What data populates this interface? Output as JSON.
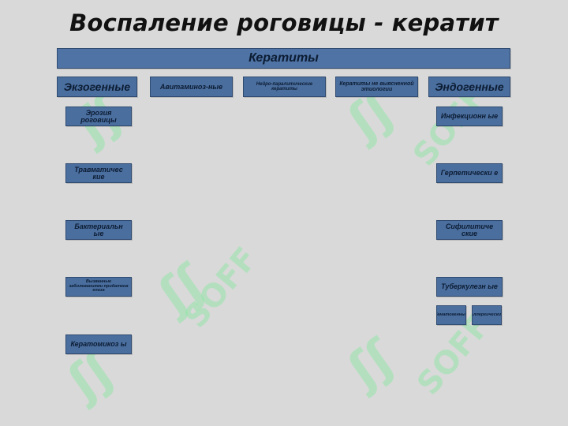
{
  "title": "Воспаление роговицы - кератит",
  "root": "Кератиты",
  "categories": {
    "exogenous": "Экзогенные",
    "avitaminosis": "Авитаминоз-ные",
    "neuroparalytic": "Нейро-паралитические кератиты",
    "unknown_etiology": "Кератиты не выясненной этиологии",
    "endogenous": "Эндогенные"
  },
  "exogenous_items": [
    "Эрозия роговицы",
    "Травматичес кие",
    "Бактериальн ые",
    "Вызванные заболеваниями придатков глаза",
    "Кератомикоз ы"
  ],
  "endogenous_items": [
    "Инфекционн ые",
    "Герпетически е",
    "Сифилитиче ские",
    "Туберкулезн ые"
  ],
  "tuberculous_subtypes": [
    "Гематогенные",
    "Аллергические"
  ],
  "watermark": "SOFF"
}
